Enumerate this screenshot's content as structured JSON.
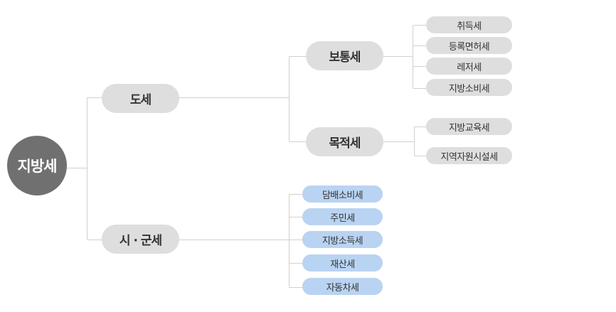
{
  "root": "지방세",
  "branches": {
    "do": {
      "label": "도세",
      "botong": {
        "label": "보통세",
        "items": [
          "취득세",
          "등록면허세",
          "레저세",
          "지방소비세"
        ]
      },
      "mokjeok": {
        "label": "목적세",
        "items": [
          "지방교육세",
          "지역자원시설세"
        ]
      }
    },
    "sigun": {
      "label": "시 · 군세",
      "items": [
        "담배소비세",
        "주민세",
        "지방소득세",
        "재산세",
        "자동차세"
      ]
    }
  },
  "colors": {
    "root": "#707070",
    "node": "#dedede",
    "sigun_item": "#b9d3f2",
    "line": "#d0d0d0"
  }
}
